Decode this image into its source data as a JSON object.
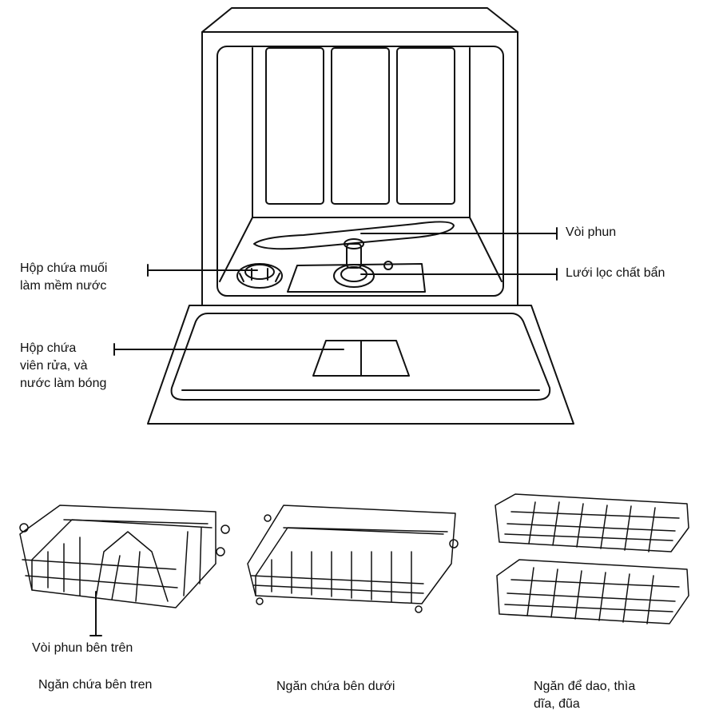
{
  "labels": {
    "spray_arm": "Vòi phun",
    "filter": "Lưới lọc chất bẩn",
    "salt_container": "Hộp chứa muối\nlàm mềm nước",
    "detergent_dispenser": "Hộp chứa\nviên rửa, và\nnước làm bóng",
    "upper_spray_arm": "Vòi phun bên trên",
    "upper_basket": "Ngăn chứa bên tren",
    "lower_basket": "Ngăn chứa bên dưới",
    "cutlery_tray": "Ngăn để dao, thìa\ndĩa, đũa"
  }
}
